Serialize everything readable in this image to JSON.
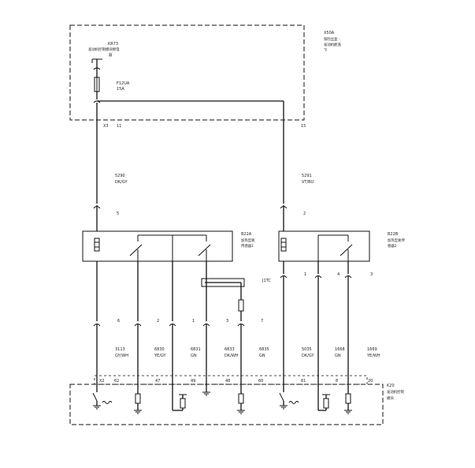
{
  "fuse_box": {
    "code": "X50A",
    "desc1": "保险丝盒 -",
    "desc2": "发动机舱盖",
    "desc3": "下"
  },
  "relay": {
    "code": "KR73",
    "desc1": "发动机控制模块继电",
    "desc2": "器"
  },
  "fuse": {
    "code": "F12UA",
    "rating": "15A"
  },
  "fuse_connector": {
    "conn": "X3",
    "pin_a": "11",
    "pin_b": "15"
  },
  "wire_left": {
    "circuit": "5290",
    "color": "DK/GY"
  },
  "wire_right": {
    "circuit": "5291",
    "color": "VT/BU"
  },
  "sensor_left": {
    "code": "B22A",
    "desc1": "加热型氧",
    "desc2": "传感器1",
    "pin_top": "5"
  },
  "sensor_right": {
    "code": "B22B",
    "desc1": "加热型氧传",
    "desc2": "感器2",
    "pin_top": "2"
  },
  "splice": {
    "code": "J1TC"
  },
  "left_pins": [
    "6",
    "2",
    "1",
    "3",
    "7"
  ],
  "right_pins": [
    "1",
    "4",
    "3"
  ],
  "wires_bottom": [
    {
      "circuit": "3113",
      "color": "GY/WH"
    },
    {
      "circuit": "6830",
      "color": "YE/GY"
    },
    {
      "circuit": "6831",
      "color": "GN"
    },
    {
      "circuit": "6833",
      "color": "DK/WH"
    },
    {
      "circuit": "6835",
      "color": "GN"
    },
    {
      "circuit": "5035",
      "color": "DK/GY"
    },
    {
      "circuit": "1668",
      "color": "GN"
    },
    {
      "circuit": "1669",
      "color": "YE/WH"
    }
  ],
  "ecm": {
    "code": "K20",
    "desc1": "发动机控制",
    "desc2": "模块",
    "conn": "X2",
    "pins": [
      "62",
      "47",
      "49",
      "48",
      "60",
      "61",
      "8",
      "20"
    ]
  }
}
